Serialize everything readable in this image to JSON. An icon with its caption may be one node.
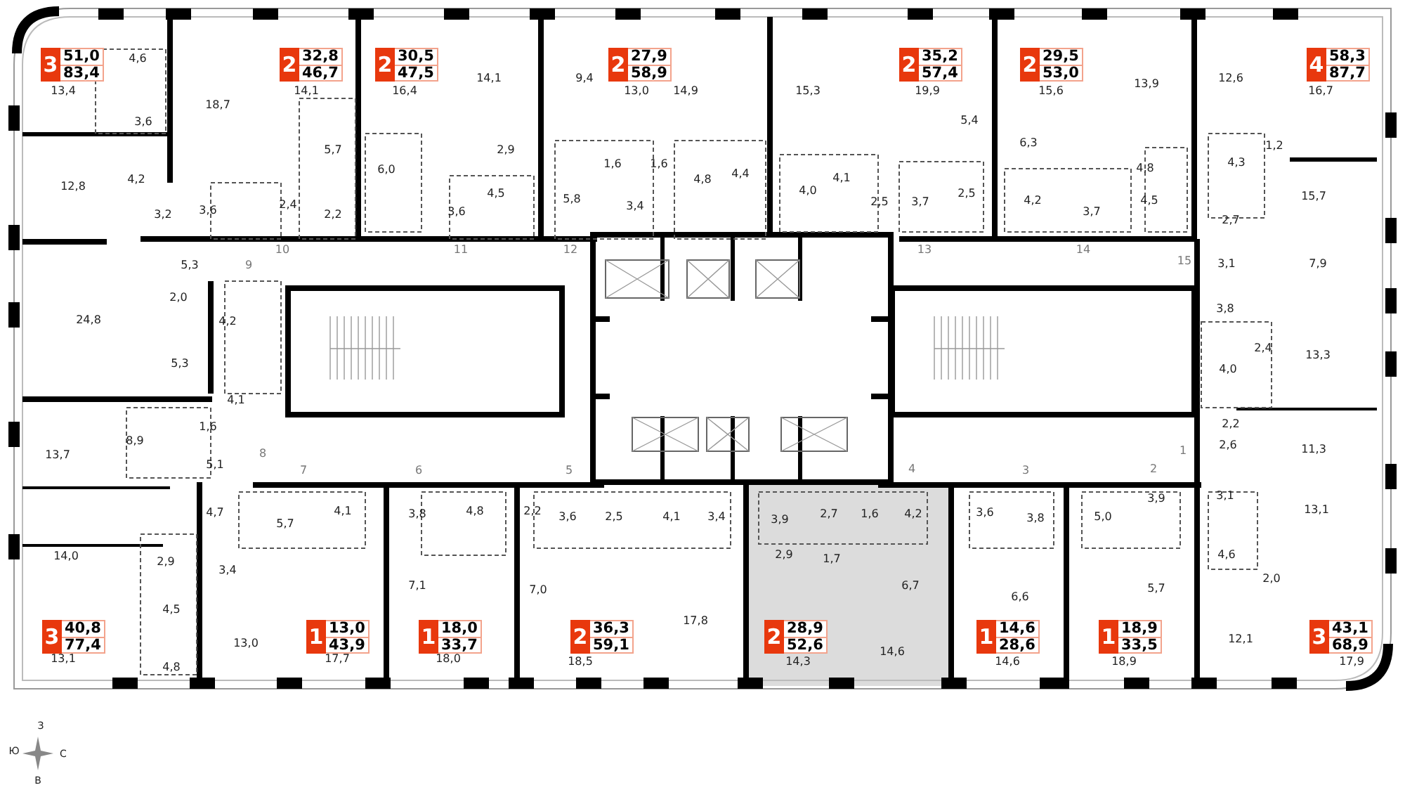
{
  "diagram": {
    "nodes": [
      {
        "text": [
          "3",
          "51,0",
          "83,4"
        ]
      },
      {
        "text": [
          "2",
          "32,8",
          "46,7"
        ]
      },
      {
        "text": [
          "2",
          "30,5",
          "47,5"
        ]
      },
      {
        "text": [
          "2",
          "27,9",
          "58,9"
        ]
      },
      {
        "text": [
          "2",
          "35,2",
          "57,4"
        ]
      },
      {
        "text": [
          "2",
          "29,5",
          "53,0"
        ]
      },
      {
        "text": [
          "4",
          "58,3",
          "87,7"
        ]
      },
      {
        "text": [
          "3",
          "40,8",
          "77,4"
        ]
      },
      {
        "text": [
          "1",
          "13,0",
          "43,9"
        ]
      },
      {
        "text": [
          "1",
          "18,0",
          "33,7"
        ]
      },
      {
        "text": [
          "2",
          "36,3",
          "59,1"
        ]
      },
      {
        "text": [
          "2",
          "28,9",
          "52,6"
        ]
      },
      {
        "text": [
          "1",
          "14,6",
          "28,6"
        ]
      },
      {
        "text": [
          "1",
          "18,9",
          "33,5"
        ]
      },
      {
        "text": [
          "3",
          "43,1",
          "68,9"
        ]
      }
    ],
    "edges": [],
    "labels": [
      "13,4",
      "4,6",
      "18,7",
      "14,1",
      "16,4",
      "14,1",
      "9,4",
      "13,0",
      "14,9",
      "15,3",
      "19,9",
      "15,6",
      "13,9",
      "12,6",
      "16,7",
      "3,6",
      "5,7",
      "6,0",
      "2,9",
      "5,4",
      "6,3",
      "1,2",
      "12,8",
      "4,2",
      "1,6",
      "1,6",
      "4,8",
      "4,4",
      "4,1",
      "4,8",
      "4,3",
      "3,2",
      "3,6",
      "2,4",
      "2,2",
      "3,6",
      "4,5",
      "5,8",
      "3,4",
      "4,0",
      "2,5",
      "3,7",
      "2,5",
      "4,2",
      "3,7",
      "4,5",
      "2,7",
      "15,7",
      "10",
      "11",
      "12",
      "13",
      "14",
      "5,3",
      "9",
      "15",
      "3,1",
      "7,9",
      "2,0",
      "3,8",
      "24,8",
      "4,2",
      "2,4",
      "13,3",
      "5,3",
      "4,0",
      "4,1",
      "1,6",
      "8,9",
      "2,2",
      "13,7",
      "5,1",
      "8",
      "7",
      "6",
      "5",
      "4",
      "3",
      "2",
      "1",
      "2,6",
      "11,3",
      "4,7",
      "5,7",
      "4,1",
      "3,8",
      "4,8",
      "2,2",
      "3,6",
      "2,5",
      "4,1",
      "3,4",
      "3,9",
      "2,7",
      "1,6",
      "4,2",
      "3,6",
      "3,8",
      "5,0",
      "3,9",
      "3,1",
      "13,1",
      "14,0",
      "2,9",
      "3,4",
      "2,9",
      "1,7",
      "4,6",
      "2,0",
      "7,1",
      "7,0",
      "6,7",
      "6,6",
      "5,7",
      "4,5",
      "17,8",
      "13,0",
      "12,1",
      "14,6",
      "4,8",
      "13,1",
      "17,7",
      "18,0",
      "18,5",
      "14,3",
      "14,6",
      "18,9",
      "17,9",
      "З",
      "Ю",
      "С",
      "В"
    ]
  }
}
